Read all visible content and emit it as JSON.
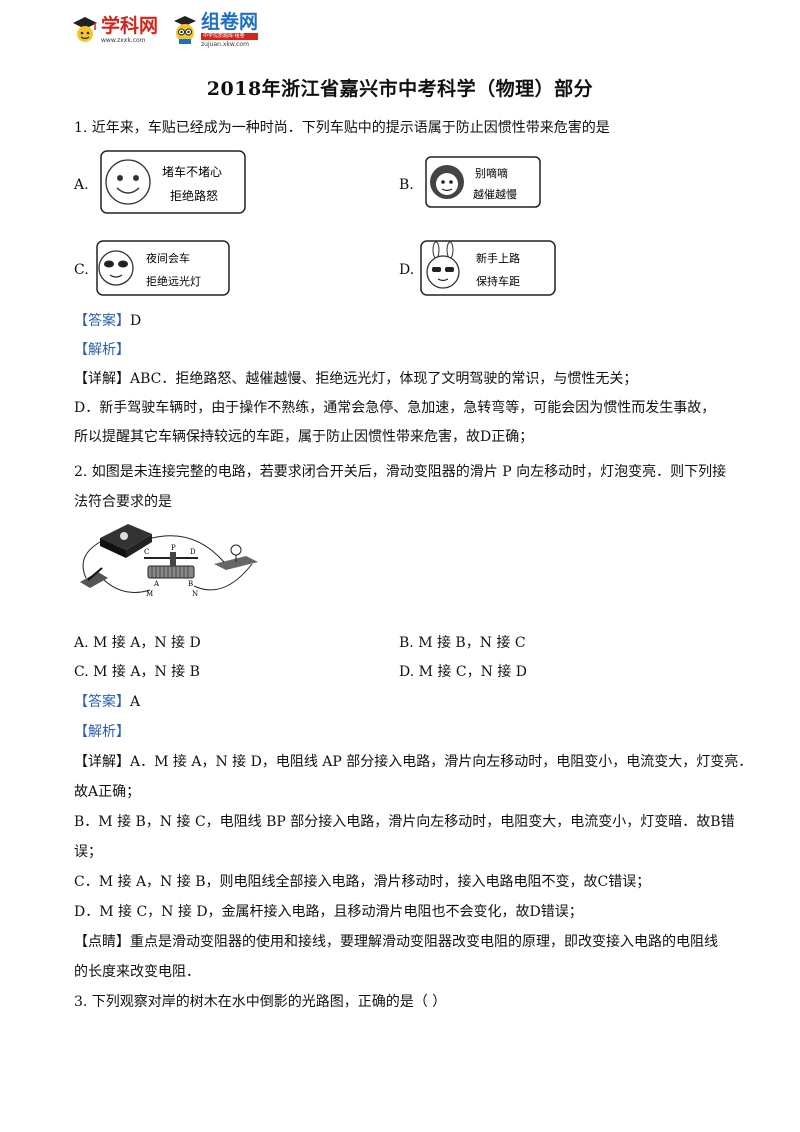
{
  "header": {
    "logo1": {
      "name": "学科网",
      "url": "www.zxxk.com"
    },
    "logo2": {
      "name": "组卷网",
      "url": "zujuan.xkw.com",
      "tag": "中学优质题库·组卷"
    }
  },
  "title": "2018年浙江省嘉兴市中考科学（物理）部分",
  "q1": {
    "stem": "1. 近年来，车贴已经成为一种时尚．下列车贴中的提示语属于防止因惯性带来危害的是",
    "options": [
      {
        "label": "A.",
        "lines": [
          "堵车不堵心",
          "拒绝路怒"
        ]
      },
      {
        "label": "B.",
        "lines": [
          "别嘀嘀",
          "越催越慢"
        ]
      },
      {
        "label": "C.",
        "lines": [
          "夜间会车",
          "拒绝远光灯"
        ]
      },
      {
        "label": "D.",
        "lines": [
          "新手上路",
          "保持车距"
        ]
      }
    ],
    "answer_tag": "【答案】",
    "answer": "D",
    "analysis_tag": "【解析】",
    "detail": [
      "【详解】ABC．拒绝路怒、越催越慢、拒绝远光灯，体现了文明驾驶的常识，与惯性无关；",
      "D．新手驾驶车辆时，由于操作不熟练，通常会急停、急加速，急转弯等，可能会因为惯性而发生事故，",
      "所以提醒其它车辆保持较远的车距，属于防止因惯性带来危害，故D正确；"
    ]
  },
  "q2": {
    "stem_line1": "2. 如图是未连接完整的电路，若要求闭合开关后，滑动变阻器的滑片 P 向左移动时，灯泡变亮．则下列接",
    "stem_line2": "法符合要求的是",
    "circuit_labels": {
      "c": "C",
      "p": "P",
      "d": "D",
      "a": "A",
      "b": "B",
      "m": "M",
      "n": "N"
    },
    "options": [
      {
        "label": "A. M 接 A，N 接 D"
      },
      {
        "label": "B. M 接 B，N 接 C"
      },
      {
        "label": "C. M 接 A，N 接 B"
      },
      {
        "label": "D. M 接 C，N 接 D"
      }
    ],
    "answer_tag": "【答案】",
    "answer": "A",
    "analysis_tag": "【解析】",
    "detail": [
      "【详解】A．M 接 A，N 接 D，电阻线 AP 部分接入电路，滑片向左移动时，电阻变小，电流变大，灯变亮．",
      "故A正确；",
      "B．M 接 B，N 接 C，电阻线 BP 部分接入电路，滑片向左移动时，电阻变大，电流变小，灯变暗．故B错",
      "误；",
      "C．M 接 A，N 接 B，则电阻线全部接入电路，滑片移动时，接入电路电阻不变，故C错误；",
      "D．M 接 C，N 接 D，金属杆接入电路，且移动滑片电阻也不会变化，故D错误；",
      "【点睛】重点是滑动变阻器的使用和接线，要理解滑动变阻器改变电阻的原理，即改变接入电路的电阻线",
      "的长度来改变电阻．"
    ]
  },
  "q3": {
    "stem": "3. 下列观察对岸的树木在水中倒影的光路图，正确的是（     ）"
  },
  "colors": {
    "answer": "#2a5fb0",
    "logo_red": "#d0261b",
    "logo_blue": "#1f6fc4"
  }
}
